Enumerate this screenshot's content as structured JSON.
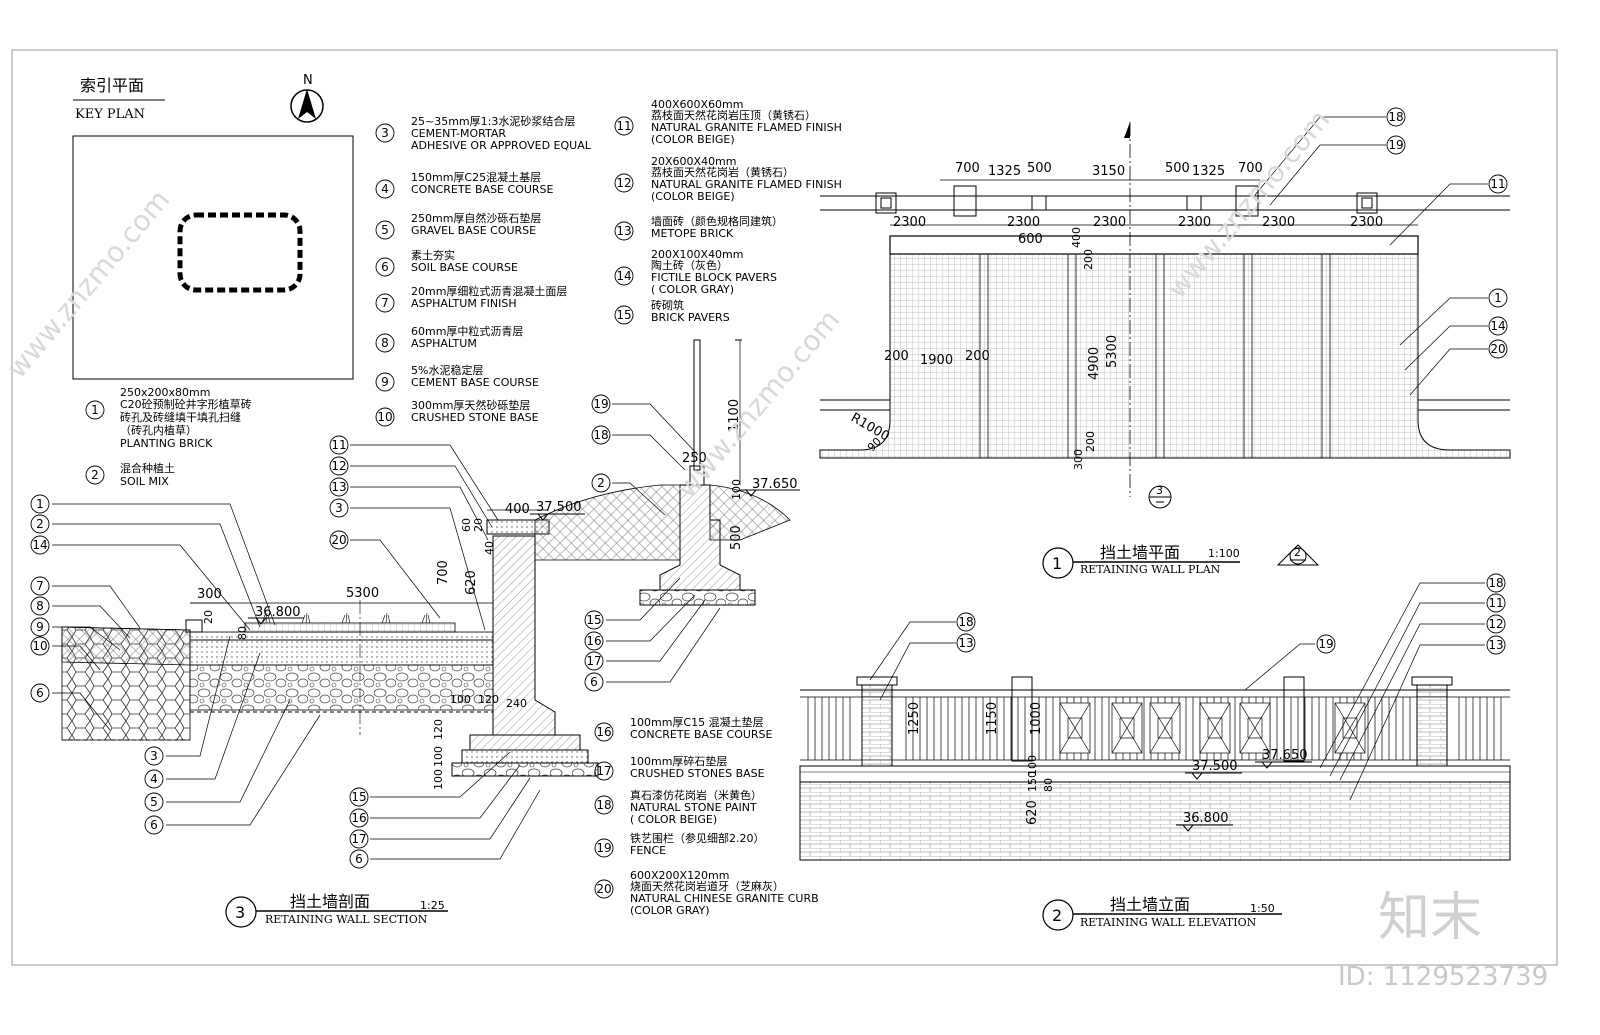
{
  "key_plan": {
    "title_cn": "索引平面",
    "title_en": "KEY PLAN",
    "north": "N"
  },
  "legend_left": [
    {
      "n": "3",
      "cn": "25~35mm厚1:3水泥砂浆结合层",
      "en": "CEMENT-MORTAR",
      "en2": "ADHESIVE OR APPROVED EQUAL"
    },
    {
      "n": "4",
      "cn": "150mm厚C25混凝土基层",
      "en": "CONCRETE BASE COURSE"
    },
    {
      "n": "5",
      "cn": "250mm厚自然沙砾石垫层",
      "en": "GRAVEL BASE COURSE"
    },
    {
      "n": "6",
      "cn": "素土夯实",
      "en": "SOIL BASE COURSE"
    },
    {
      "n": "7",
      "cn": "20mm厚细粒式沥青混凝土面层",
      "en": "ASPHALTUM FINISH"
    },
    {
      "n": "8",
      "cn": "60mm厚中粒式沥青层",
      "en": "ASPHALTUM"
    },
    {
      "n": "9",
      "cn": "5%水泥稳定层",
      "en": "CEMENT BASE COURSE"
    },
    {
      "n": "10",
      "cn": "300mm厚天然砂砾垫层",
      "en": "CRUSHED STONE BASE"
    }
  ],
  "legend_mid": [
    {
      "n": "11",
      "size": "400X600X60mm",
      "cn": "荔枝面天然花岗岩压顶（黄锈石）",
      "en": "NATURAL GRANITE FLAMED FINISH",
      "en2": "(COLOR BEIGE)"
    },
    {
      "n": "12",
      "size": "20X600X40mm",
      "cn": "荔枝面天然花岗岩（黄锈石）",
      "en": "NATURAL GRANITE FLAMED FINISH",
      "en2": "(COLOR BEIGE)"
    },
    {
      "n": "13",
      "cn": "墙面砖（颜色规格同建筑）",
      "en": "METOPE BRICK"
    },
    {
      "n": "14",
      "size": "200X100X40mm",
      "cn": "陶土砖（灰色）",
      "en": "FICTILE BLOCK PAVERS",
      "en2": "( COLOR GRAY)"
    },
    {
      "n": "15",
      "cn": "砖砌筑",
      "en": "BRICK PAVERS"
    }
  ],
  "legend_planting": [
    {
      "n": "1",
      "size": "250x200x80mm",
      "cn": "C20砼预制砼井字形植草砖",
      "cn2": "砖孔及砖缝填干填孔扫缝",
      "cn3": "（砖孔内植草）",
      "en": "PLANTING BRICK"
    },
    {
      "n": "2",
      "cn": "混合种植土",
      "en": "SOIL MIX"
    }
  ],
  "legend_bottom": [
    {
      "n": "16",
      "cn": "100mm厚C15 混凝土垫层",
      "en": "CONCRETE BASE COURSE"
    },
    {
      "n": "17",
      "cn": "100mm厚碎石垫层",
      "en": "CRUSHED STONES BASE"
    },
    {
      "n": "18",
      "cn": "真石漆仿花岗岩（米黄色）",
      "en": "NATURAL STONE PAINT",
      "en2": "( COLOR BEIGE)"
    },
    {
      "n": "19",
      "cn": "铁艺围栏（参见细部2.20）",
      "en": "FENCE"
    },
    {
      "n": "20",
      "size": "600X200X120mm",
      "cn": "烧面天然花岗岩道牙（芝麻灰）",
      "en": "NATURAL CHINESE GRANITE CURB",
      "en2": "(COLOR GRAY)"
    }
  ],
  "plan": {
    "title_cn": "挡土墙平面",
    "title_en": "RETAINING WALL PLAN",
    "scale": "1:100",
    "no": "1",
    "top_dims": [
      "700",
      "1325",
      "500",
      "3150",
      "500",
      "1325",
      "700"
    ],
    "bay_dims": [
      "2300",
      "2300",
      "2300",
      "2300",
      "2300",
      "2300"
    ],
    "dim_600": "600",
    "dim_400": "400",
    "dim_200a": "200",
    "dim_4900": "4900",
    "dim_5300": "5300",
    "dim_200b": "200",
    "dim_1900": "1900",
    "dim_200c": "200",
    "dim_300": "300",
    "dim_200d": "200",
    "radius": "R1000",
    "dim_90": "90",
    "section_mark": "3",
    "elev_mark": "2",
    "callouts": [
      "18",
      "19",
      "11",
      "1",
      "14",
      "20"
    ]
  },
  "section": {
    "title_cn": "挡土墙剖面",
    "title_en": "RETAINING WALL SECTION",
    "scale": "1:25",
    "no": "3",
    "dims": {
      "d300": "300",
      "d5300": "5300",
      "d400": "400",
      "d20": "20",
      "d80": "80",
      "d700": "700",
      "d620": "620",
      "d60": "60",
      "d20b": "20",
      "d40": "40",
      "d100": "100",
      "d120": "120",
      "d240": "240",
      "d120b": "120",
      "d100b": "100",
      "d100c": "100",
      "d250": "250",
      "d1100": "1100",
      "d100d": "100",
      "d500": "500"
    },
    "levels": {
      "l1": "36.800",
      "l2": "37.500",
      "l3": "37.650"
    },
    "left_callouts": [
      "1",
      "2",
      "14",
      "7",
      "8",
      "9",
      "10",
      "6"
    ],
    "bottom_callouts": [
      "3",
      "4",
      "5",
      "6"
    ],
    "mid_callouts": [
      "11",
      "12",
      "13",
      "3",
      "20"
    ],
    "foot_callouts": [
      "15",
      "16",
      "17",
      "6"
    ],
    "right_callouts": [
      "19",
      "18",
      "2",
      "15",
      "16",
      "17",
      "6"
    ]
  },
  "elevation": {
    "title_cn": "挡土墙立面",
    "title_en": "RETAINING WALL ELEVATION",
    "scale": "1:50",
    "no": "2",
    "dims": {
      "d1250": "1250",
      "d1150": "1150",
      "d1000": "1000",
      "d100": "100",
      "d150": "150",
      "d80": "80",
      "d620": "620"
    },
    "levels": {
      "l1": "37.650",
      "l2": "37.500",
      "l3": "36.800"
    },
    "callouts_left": [
      "18",
      "13"
    ],
    "callouts_mid": [
      "19"
    ],
    "callouts_right": [
      "18",
      "11",
      "12",
      "13"
    ]
  },
  "watermark": {
    "brand": "知末",
    "id": "ID: 1129523739",
    "site": "www.znzmo.com"
  }
}
